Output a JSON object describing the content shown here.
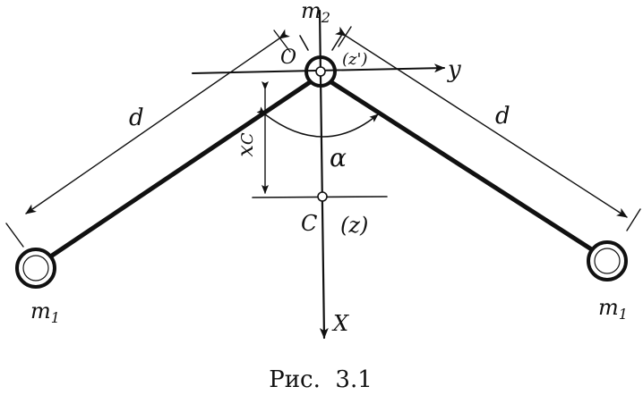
{
  "labels": {
    "m2": "m",
    "m2_sub": "2",
    "origin": "O",
    "z_prime": "(z')",
    "y_axis": "y",
    "d_left": "d",
    "d_right": "d",
    "xc": "x",
    "xc_sub": "C",
    "alpha": "α",
    "center": "C",
    "z": "(z)",
    "x_axis": "X",
    "m1_left": "m",
    "m1_left_sub": "1",
    "m1_right": "m",
    "m1_right_sub": "1"
  },
  "caption": "Рис.  3.1",
  "colors": {
    "ink": "#111111",
    "background": "#ffffff"
  }
}
